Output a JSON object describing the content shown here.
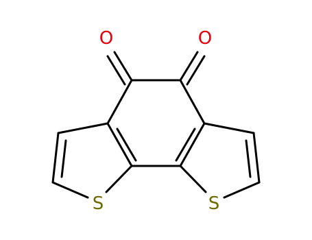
{
  "molecule": {
    "atoms": [
      {
        "id": "O1",
        "symbol": "O",
        "color": "#e8000b"
      },
      {
        "id": "O2",
        "symbol": "O",
        "color": "#e8000b"
      },
      {
        "id": "S1",
        "symbol": "S",
        "color": "#6b6b00"
      },
      {
        "id": "S2",
        "symbol": "S",
        "color": "#6b6b00"
      }
    ],
    "bond_color": "#000000"
  }
}
